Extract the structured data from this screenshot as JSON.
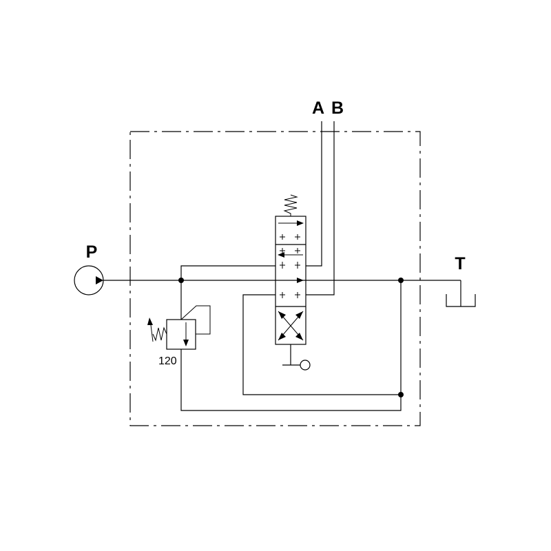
{
  "ports": {
    "pressure": "P",
    "tank": "T",
    "work_a": "A",
    "work_b": "B"
  },
  "relief_valve": {
    "setting": "120"
  },
  "colors": {
    "line": "#000000",
    "background": "#ffffff"
  }
}
